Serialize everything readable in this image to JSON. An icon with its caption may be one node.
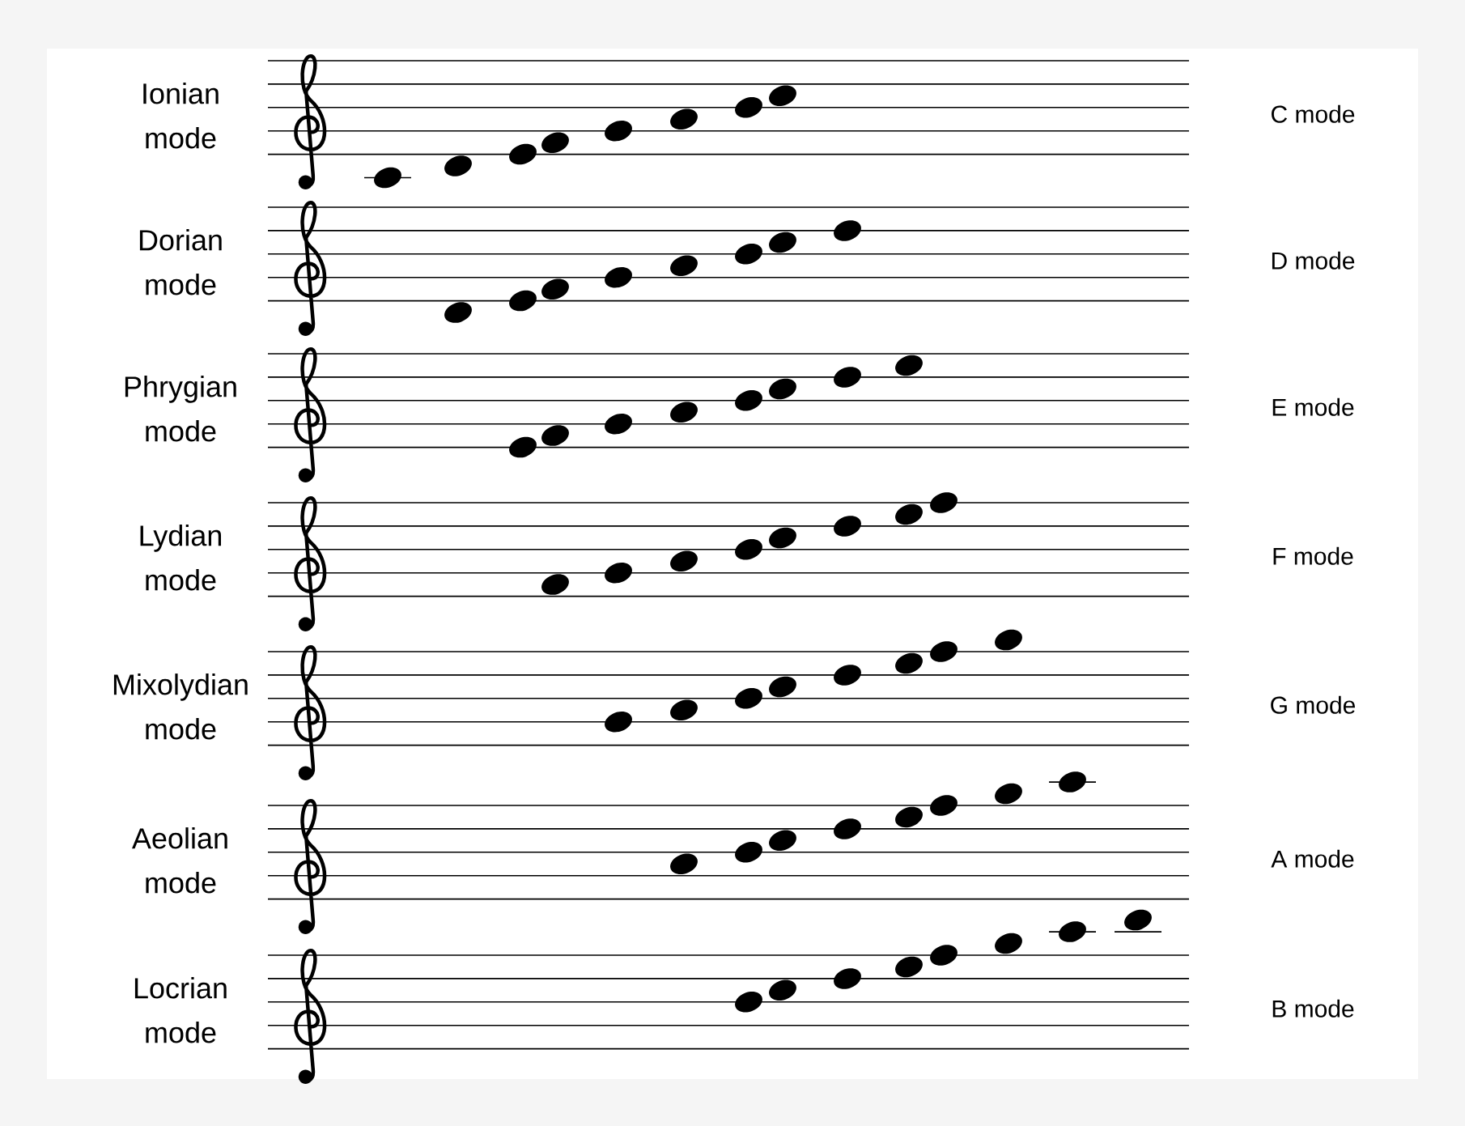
{
  "diagram": {
    "labels": [
      "Ionian mode",
      "C mode",
      "Dorian mode",
      "D mode",
      "Phrygian mode",
      "E mode",
      "Lydian mode",
      "F mode",
      "Mixolydian mode",
      "G mode",
      "Aeolian mode",
      "A mode",
      "Locrian mode",
      "B mode"
    ]
  }
}
